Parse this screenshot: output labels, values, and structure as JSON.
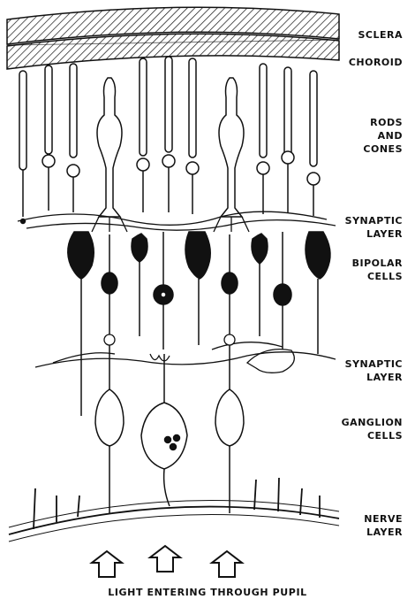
{
  "labels": {
    "sclera": "SCLERA",
    "choroid": "CHOROID",
    "rods_cones": [
      "RODS",
      "AND",
      "CONES"
    ],
    "synaptic_layer_1": [
      "SYNAPTIC",
      "LAYER"
    ],
    "bipolar_cells": [
      "BIPOLAR",
      "CELLS"
    ],
    "synaptic_layer_2": [
      "SYNAPTIC",
      "LAYER"
    ],
    "ganglion_cells": [
      "GANGLION",
      "CELLS"
    ],
    "nerve_layer": [
      "NERVE",
      "LAYER"
    ]
  },
  "caption": "LIGHT ENTERING THROUGH PUPIL",
  "colors": {
    "ink": "#111111",
    "paper": "#ffffff"
  }
}
